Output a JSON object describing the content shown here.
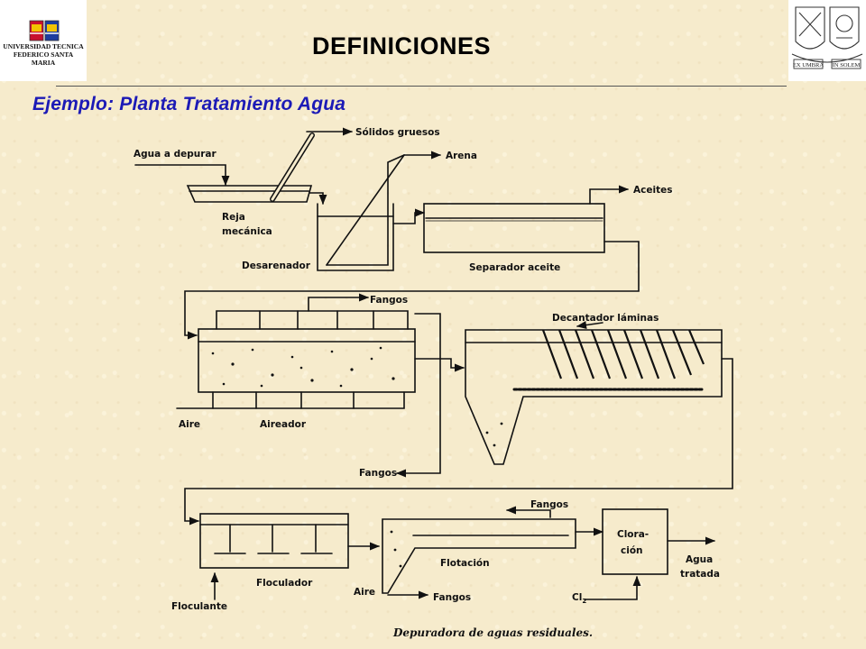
{
  "header": {
    "title": "DEFINICIONES",
    "subtitle": "Ejemplo: Planta Tratamiento Agua",
    "university_name_line1": "UNIVERSIDAD TECNICA",
    "university_name_line2": "FEDERICO SANTA MARIA",
    "crest_motto_left": "EX UMBRA",
    "crest_motto_right": "IN SOLEM"
  },
  "diagram": {
    "labels": {
      "agua_depurar": "Agua a depurar",
      "solidos": "Sólidos gruesos",
      "arena": "Arena",
      "reja_1": "Reja",
      "reja_2": "mecánica",
      "desarenador": "Desarenador",
      "aceites": "Aceites",
      "separador": "Separador aceite",
      "fangos_aireador": "Fangos",
      "decantador": "Decantador láminas",
      "aire_1": "Aire",
      "aireador": "Aireador",
      "fangos_decantador": "Fangos",
      "fangos_flotacion_top": "Fangos",
      "cloracion_1": "Clora-",
      "cloracion_2": "ción",
      "agua_tratada_1": "Agua",
      "agua_tratada_2": "tratada",
      "floculador": "Floculador",
      "flotacion": "Flotación",
      "aire_2": "Aire",
      "fangos_flotacion_bottom": "Fangos",
      "cl2": "Cl",
      "cl2_sub": "2",
      "floculante": "Floculante",
      "caption": "Depuradora de aguas residuales."
    }
  },
  "colors": {
    "background": "#f6ebcc",
    "subtitle": "#1c1ab6",
    "line": "#111111"
  }
}
